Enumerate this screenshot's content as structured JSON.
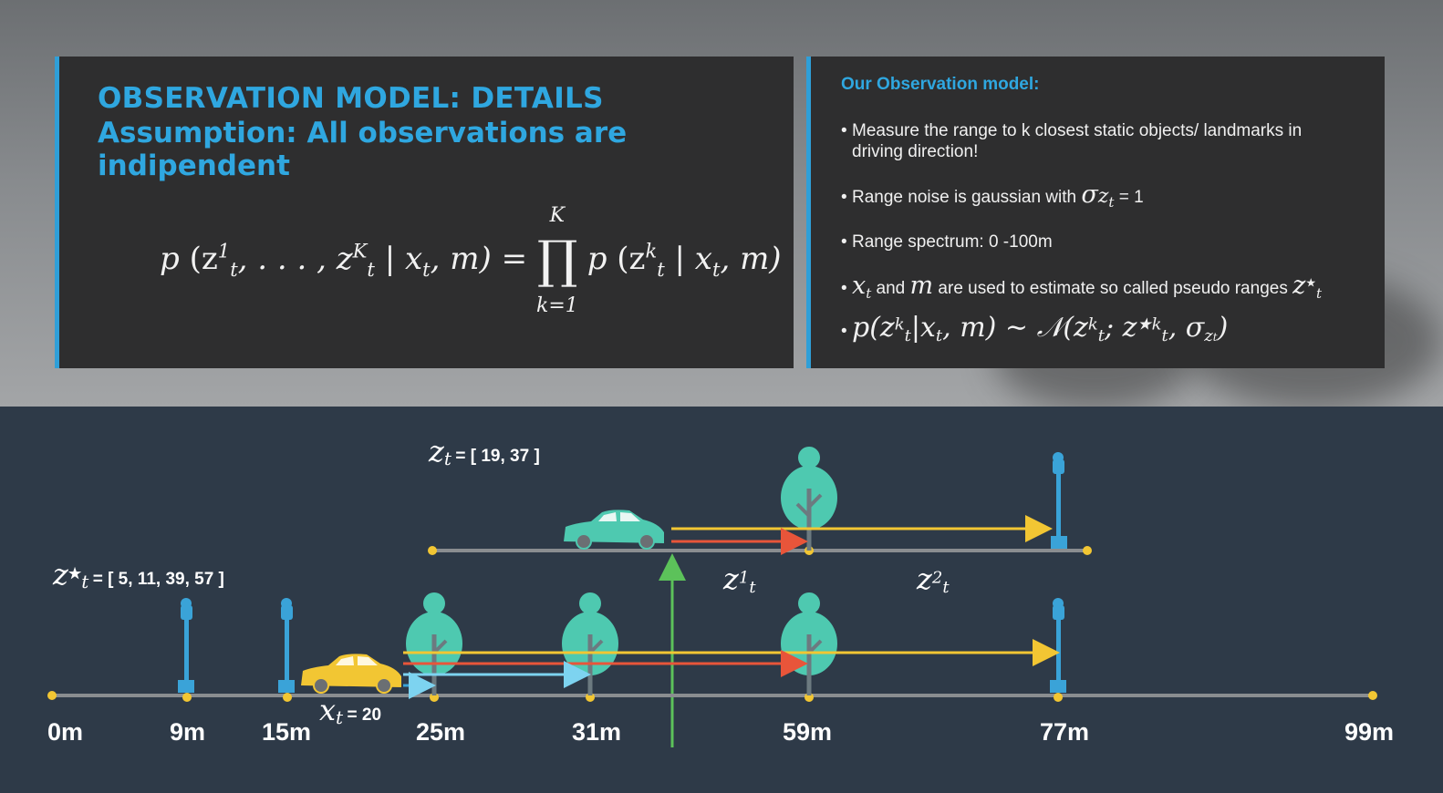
{
  "slide": {
    "heading": "OBSERVATION MODEL: DETAILS",
    "subheading": "Assumption: All observations are indipendent",
    "formula": {
      "lhs_p": "p",
      "lhs_args": "(z",
      "lhs_sup1": "1",
      "lhs_sub1": "t",
      "lhs_mid": ", . . . , z",
      "lhs_supK": "K",
      "lhs_subK": "t",
      "lhs_given": " | x",
      "lhs_sub_x": "t",
      "lhs_end": ", m) =",
      "prod_symbol": "∏",
      "prod_top": "K",
      "prod_bottom": "k=1",
      "rhs_p": "p",
      "rhs_args": "(z",
      "rhs_sup": "k",
      "rhs_sub": "t",
      "rhs_given": " | x",
      "rhs_sub_x": "t",
      "rhs_end": ", m)"
    }
  },
  "observation_model": {
    "title": "Our Observation model:",
    "bullet1_line1": "Measure the range to k closest static objects/ landmarks in",
    "bullet1_line2": "driving direction!",
    "bullet2_text": "Range noise is gaussian with ",
    "bullet2_sigma": "σ",
    "bullet2_z": "z",
    "bullet2_t": "t",
    "bullet2_value": " = 1",
    "bullet3_text": "Range spectrum: 0 -100m",
    "bullet4_x": "x",
    "bullet4_t": "t",
    "bullet4_and": " and ",
    "bullet4_m": "m",
    "bullet4_rest": " are used to estimate so called pseudo ranges ",
    "bullet4_z": "z",
    "bullet4_star": "★",
    "bullet4_zt": "t",
    "bullet5_formula": "p(z",
    "bullet5_k": "k",
    "bullet5_t": "t",
    "bullet5_given": "|x",
    "bullet5_xt": "t",
    "bullet5_m": ", m) ∼ 𝒩(z",
    "bullet5_k2": "k",
    "bullet5_t2": "t",
    "bullet5_semi": "; z",
    "bullet5_starsup": "★k",
    "bullet5_t3": "t",
    "bullet5_sigma": ", σ",
    "bullet5_z": "z",
    "bullet5_zt": "t",
    "bullet5_close": ")"
  },
  "diagram": {
    "zt_sym": "z",
    "zt_sub": "t",
    "zt_value": "= [ 19, 37 ]",
    "zstar_sym": "z",
    "zstar_sup": "★",
    "zstar_sub": "t",
    "zstar_value": "= [ 5, 11, 39, 57 ]",
    "xt_sym": "x",
    "xt_sub": "t",
    "xt_value": "= 20",
    "z1_sym": "z",
    "z1_sup": "1",
    "z1_sub": "t",
    "z2_sym": "z",
    "z2_sup": "2",
    "z2_sub": "t",
    "distances": [
      "0m",
      "9m",
      "15m",
      "25m",
      "31m",
      "59m",
      "77m",
      "99m"
    ],
    "colors": {
      "accent": "#2fa7e0",
      "road": "#8a8d90",
      "marker": "#f2c633",
      "tree": "#4ec9b0",
      "trunk": "#6c7a80",
      "lamp": "#3aa3d8",
      "car_teal": "#4ec9b0",
      "car_yellow": "#f2c633",
      "arrow_yellow": "#f2c633",
      "arrow_red": "#e8553a",
      "arrow_blue": "#7dd3f0",
      "arrow_green": "#5cc25a"
    }
  }
}
